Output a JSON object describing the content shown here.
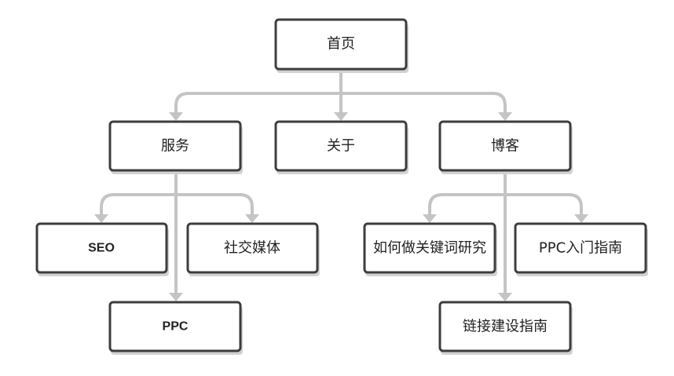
{
  "diagram": {
    "type": "tree",
    "colors": {
      "box_border": "#3d3d3d",
      "box_fill": "#ffffff",
      "box_shadow": "#d2d2d2",
      "connector": "#c4c4c4",
      "text": "#222222"
    },
    "nodes": {
      "home": "首页",
      "services": "服务",
      "about": "关于",
      "blog": "博客",
      "seo": "SEO",
      "social_media": "社交媒体",
      "ppc": "PPC",
      "keyword_research": "如何做关键词研究",
      "ppc_guide": "PPC入门指南",
      "link_building": "链接建设指南"
    },
    "edges": [
      [
        "home",
        "services"
      ],
      [
        "home",
        "about"
      ],
      [
        "home",
        "blog"
      ],
      [
        "services",
        "seo"
      ],
      [
        "services",
        "social_media"
      ],
      [
        "services",
        "ppc"
      ],
      [
        "blog",
        "keyword_research"
      ],
      [
        "blog",
        "ppc_guide"
      ],
      [
        "blog",
        "link_building"
      ]
    ]
  }
}
